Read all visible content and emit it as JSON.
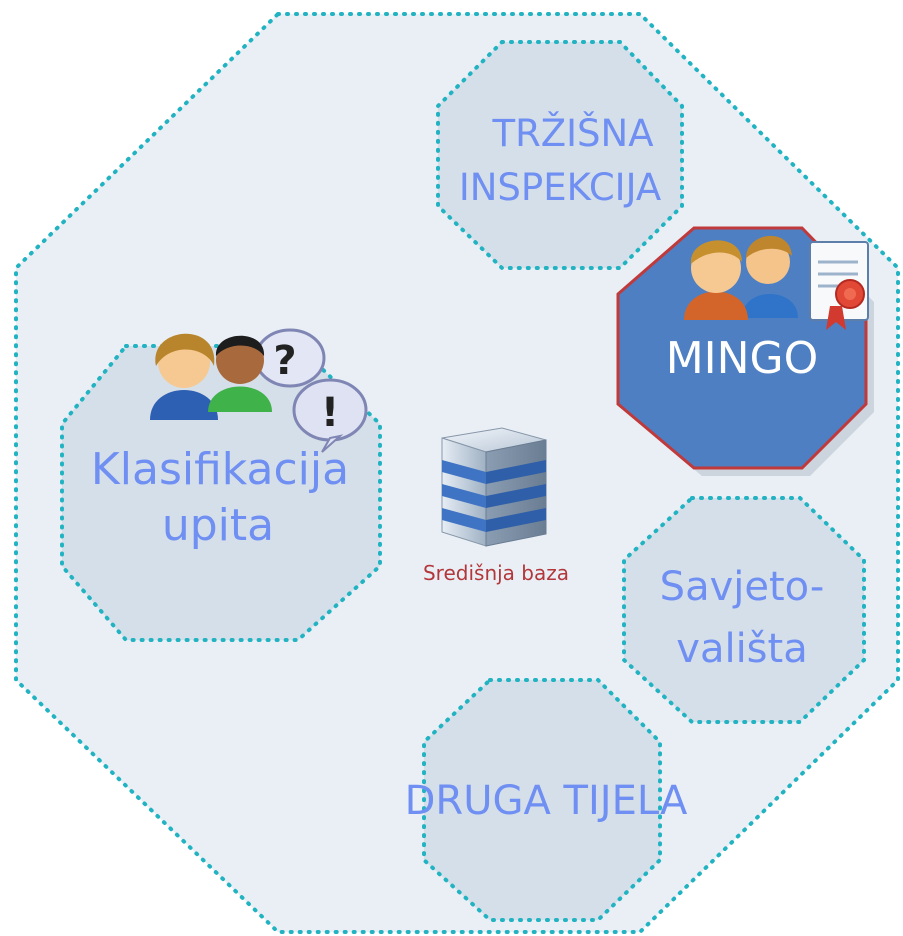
{
  "diagram": {
    "nodes": {
      "trzisna": {
        "line1": "TRŽIŠNA",
        "line2": "INSPEKCIJA"
      },
      "mingo": {
        "label": "MINGO"
      },
      "klasifikacija": {
        "line1": "Klasifikacija",
        "line2": "upita"
      },
      "savjeto": {
        "line1": "Savjeto-",
        "line2": "vališta"
      },
      "druga": {
        "label": "DRUGA TIJELA"
      },
      "baza": {
        "label": "Središnja baza"
      }
    },
    "icons": {
      "mingo": "user-group-certificate-icon",
      "klasifikacija": "users-question-exclamation-icon",
      "baza": "database-server-icon"
    },
    "colors": {
      "outer_fill": "#e9eff5",
      "dotted_border": "#22b3c2",
      "inner_fill": "#d5dfe9",
      "label_blue": "#6f8ff2",
      "mingo_fill": "#4d7fc2",
      "mingo_border": "#c0393b",
      "db_label": "#b3373a"
    }
  }
}
